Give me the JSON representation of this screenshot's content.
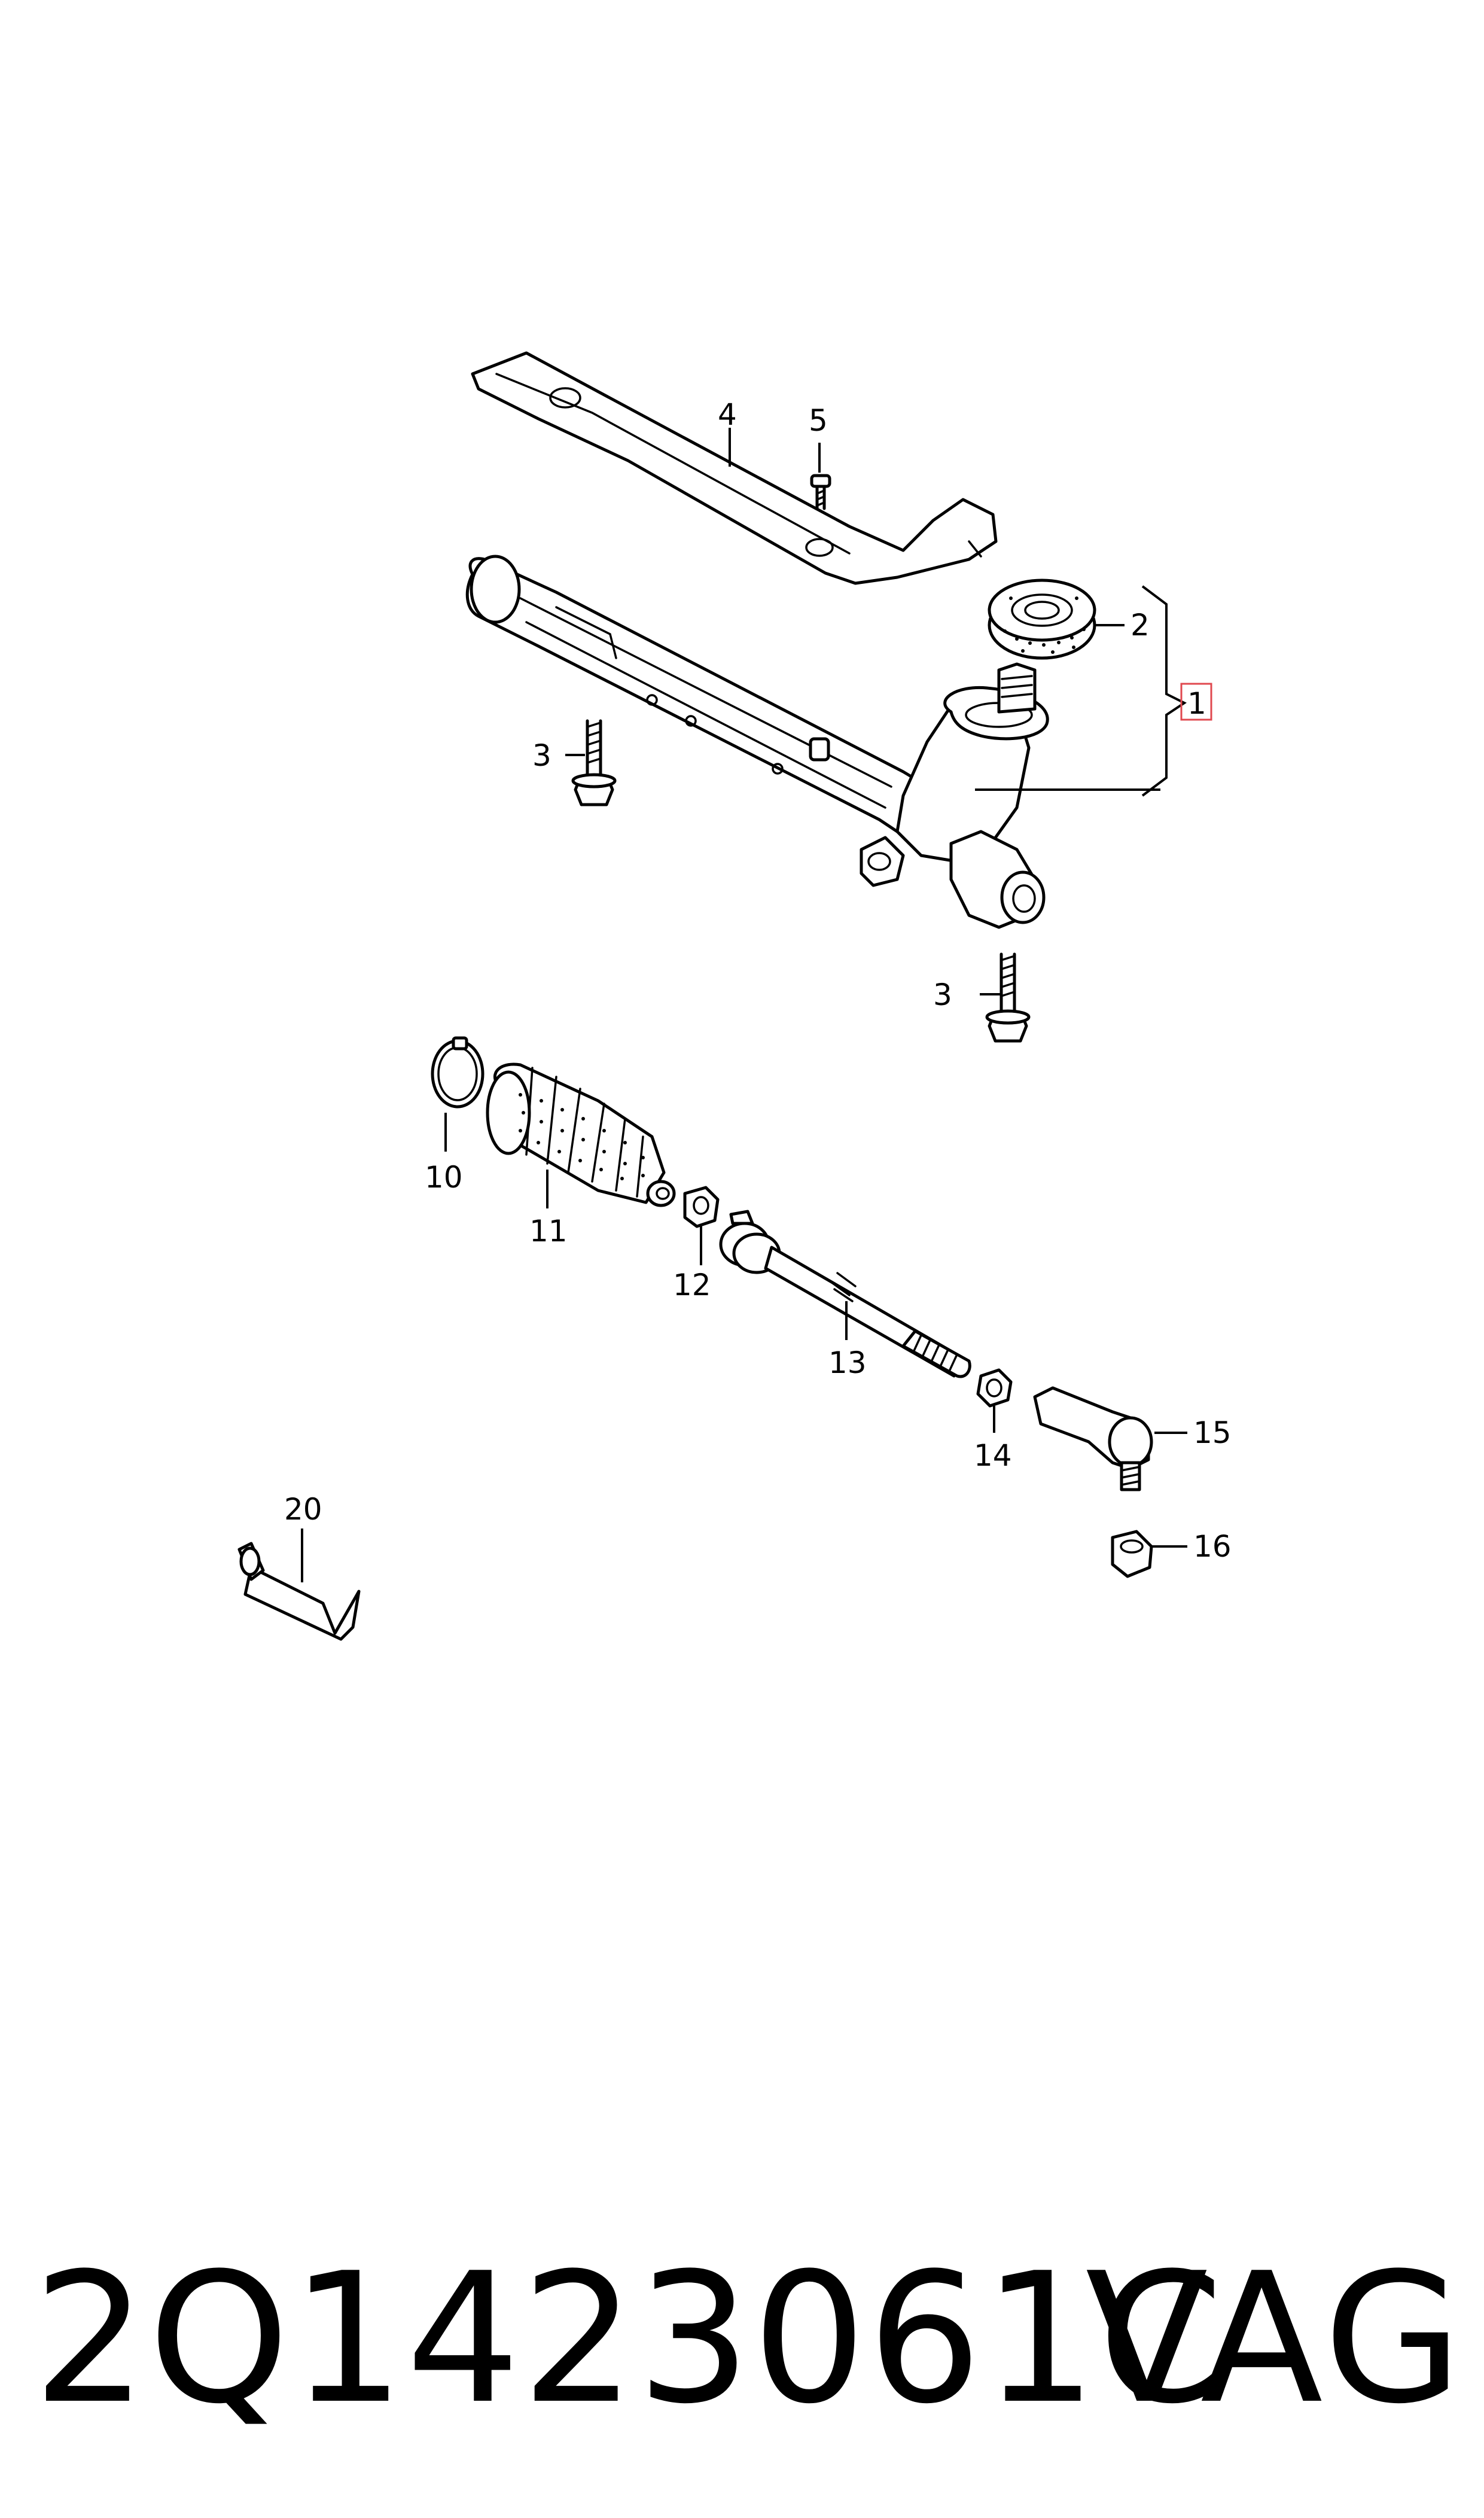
{
  "callouts": {
    "c1": "1",
    "c2": "2",
    "c3a": "3",
    "c3b": "3",
    "c4": "4",
    "c5": "5",
    "c10": "10",
    "c11": "11",
    "c12": "12",
    "c13": "13",
    "c14": "14",
    "c15": "15",
    "c16": "16",
    "c20": "20"
  },
  "footer": {
    "part_number": "2Q1423061C",
    "brand": "VAG"
  },
  "colors": {
    "ink": "#000000",
    "highlight_box": "#e0484f",
    "background": "#ffffff"
  }
}
